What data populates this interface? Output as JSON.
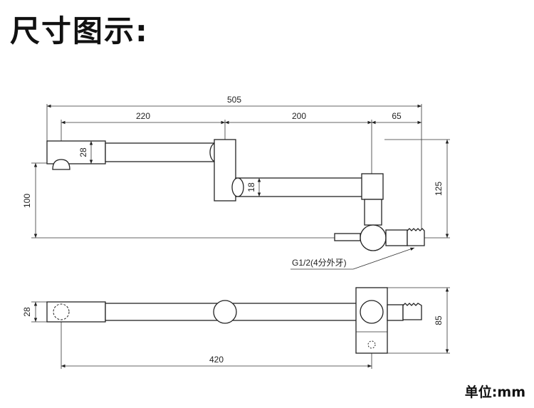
{
  "title": "尺寸图示:",
  "unit_label": "单位:mm",
  "thread_note": "G1/2(4分外牙)",
  "dimensions": {
    "total_length": "505",
    "spout_arm": "220",
    "middle_arm": "200",
    "inlet_offset": "65",
    "spout_height": "28",
    "pipe_diameter": "18",
    "overall_height": "125",
    "spout_drop": "100",
    "top_view_width": "28",
    "top_view_depth": "85",
    "top_view_length": "420"
  },
  "colors": {
    "line": "#222222",
    "background": "#ffffff"
  }
}
